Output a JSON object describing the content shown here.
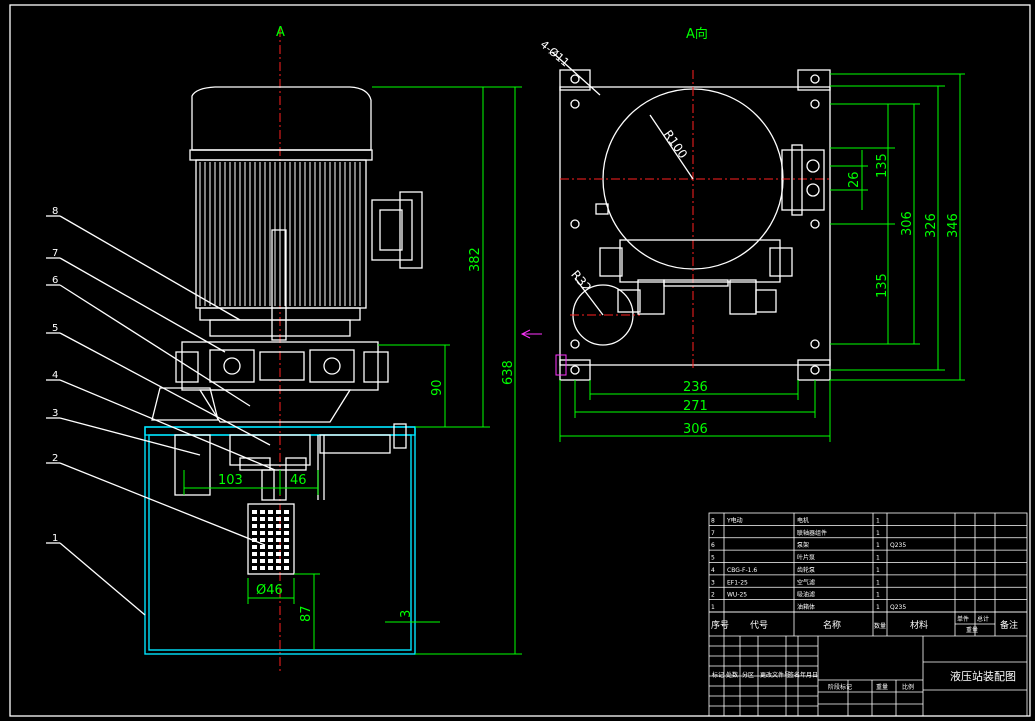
{
  "drawing": {
    "section_mark": "A",
    "view_label": "A向",
    "part_numbers": [
      "8",
      "7",
      "6",
      "5",
      "4",
      "3",
      "2",
      "1"
    ],
    "front_dims": {
      "height_overall": "638",
      "height_upper": "382",
      "height_base": "90",
      "offset_a": "103",
      "offset_b": "46",
      "filter_dia": "Ø46",
      "filter_height": "87",
      "wall": "3"
    },
    "top_dims": {
      "holes": "4-Ø11",
      "radius_tank": "R100",
      "radius_small": "R32",
      "w_236": "236",
      "w_271": "271",
      "w_306": "306",
      "h_135a": "135",
      "h_26": "26",
      "h_306": "306",
      "h_326": "326",
      "h_346": "346",
      "h_135b": "135"
    }
  },
  "title_block": {
    "rows": [
      {
        "no": "8",
        "code": "Y电动",
        "name": "电机",
        "qty": "1",
        "mat": "",
        "note": ""
      },
      {
        "no": "7",
        "code": "",
        "name": "联轴器组件",
        "qty": "1",
        "mat": "",
        "note": ""
      },
      {
        "no": "6",
        "code": "",
        "name": "泵架",
        "qty": "1",
        "mat": "Q235",
        "note": ""
      },
      {
        "no": "5",
        "code": "",
        "name": "叶片泵",
        "qty": "1",
        "mat": "",
        "note": ""
      },
      {
        "no": "4",
        "code": "CBG-F-1.6",
        "name": "齿轮泵",
        "qty": "1",
        "mat": "",
        "note": ""
      },
      {
        "no": "3",
        "code": "EF1-25",
        "name": "空气滤",
        "qty": "1",
        "mat": "",
        "note": ""
      },
      {
        "no": "2",
        "code": "WU-25",
        "name": "吸油滤",
        "qty": "1",
        "mat": "",
        "note": ""
      },
      {
        "no": "1",
        "code": "",
        "name": "油箱体",
        "qty": "1",
        "mat": "Q235",
        "note": ""
      }
    ],
    "header": {
      "no": "序号",
      "code": "代号",
      "name": "名称",
      "qty": "数量",
      "mat": "材料",
      "unit_weight": "单件",
      "total_weight": "总计",
      "weight": "重量",
      "note": "备注"
    },
    "drawing_title": "液压站装配图",
    "bottom_labels": [
      "标记",
      "处数",
      "分区",
      "更改文件号",
      "签名",
      "年月日",
      "阶段标记",
      "重量",
      "比例"
    ]
  }
}
